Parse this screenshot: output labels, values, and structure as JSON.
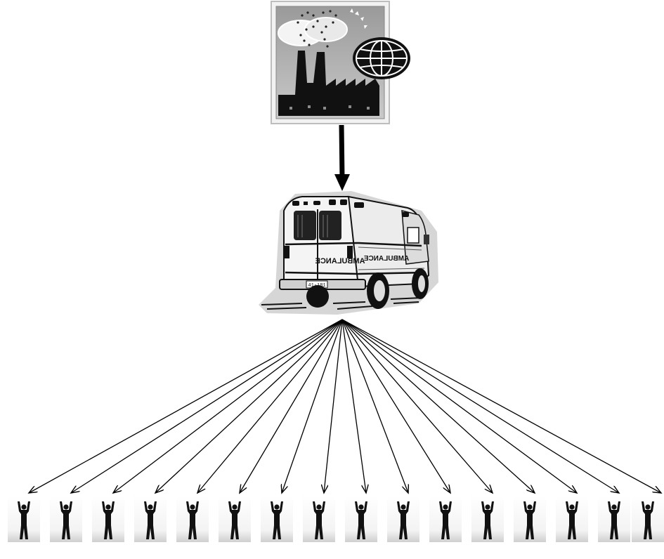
{
  "diagram": {
    "source": {
      "icon": "factory-globe-icon"
    },
    "transport": {
      "icon": "ambulance-icon",
      "side_label": "AMBULANCE",
      "rear_label": "AMBULANCE",
      "plate": "41-181"
    },
    "recipients": {
      "icon": "person-silhouette-icon",
      "count": 16
    },
    "colors": {
      "arrow": "#000000",
      "background": "#ffffff",
      "silhouette": "#111111"
    }
  }
}
